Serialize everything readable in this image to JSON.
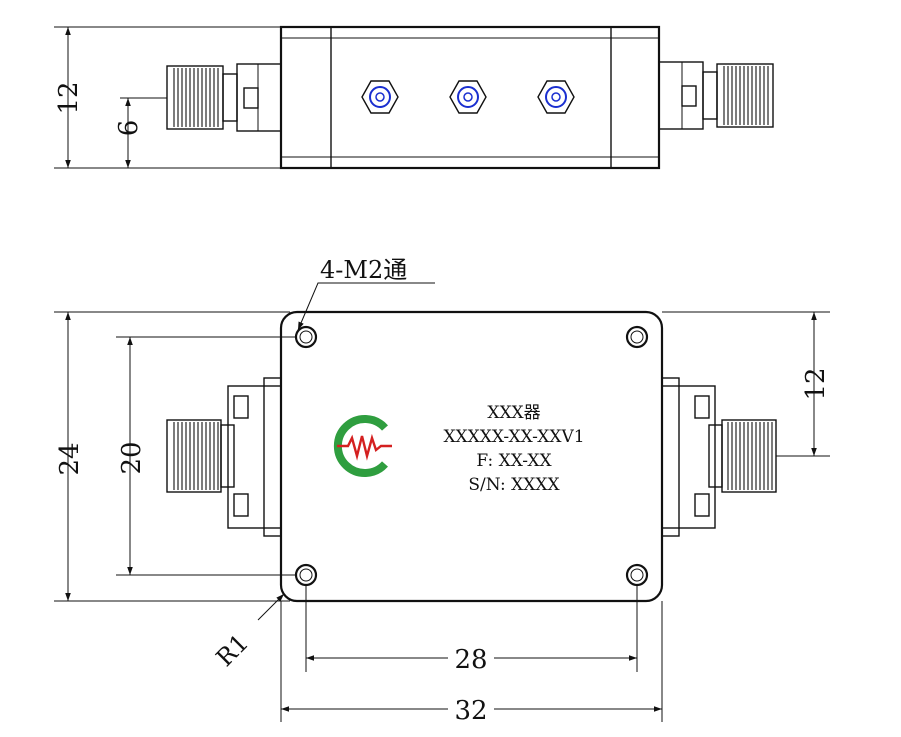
{
  "dimensions": {
    "top_height": "12",
    "top_offset": "6",
    "hole_callout": "4-M2通",
    "overall_height": "24",
    "hole_spacing_v": "20",
    "connector_offset": "12",
    "radius": "R1",
    "hole_spacing_h": "28",
    "overall_width": "32"
  },
  "label": {
    "line1": "XXX器",
    "line2": "XXXXX-XX-XXV1",
    "line3": "F: XX-XX",
    "line4": "S/N: XXXX"
  },
  "colors": {
    "line": "#111111",
    "screw_blue": "#1a2fd0",
    "logo_green": "#2f9e3f",
    "logo_red": "#d42020"
  }
}
